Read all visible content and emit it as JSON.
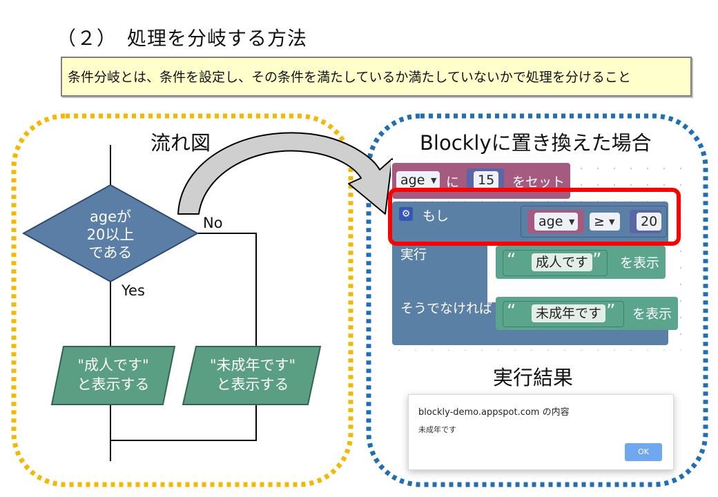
{
  "page": {
    "title": "（２）　処理を分岐する方法",
    "definition": "条件分岐とは、条件を設定し、その条件を満たしているか満たしていないかで処理を分けること"
  },
  "flowchart": {
    "heading": "流れ図",
    "decision_line1": "ageが",
    "decision_line2": "20以上",
    "decision_line3": "である",
    "yes_label": "Yes",
    "no_label": "No",
    "yes_output_line1": "\"成人です\"",
    "yes_output_line2": "と表示する",
    "no_output_line1": "\"未成年です\"",
    "no_output_line2": "と表示する"
  },
  "blockly": {
    "heading": "Blocklyに置き換えた場合",
    "set_var_name": "age",
    "set_prefix": "に",
    "set_value": "15",
    "set_suffix": "をセット",
    "if_label": "もし",
    "compare_var": "age",
    "compare_op": "≥",
    "compare_value": "20",
    "then_label": "実行",
    "else_label": "そうでなければ",
    "quote_open": "“",
    "quote_close": "”",
    "then_text": "成人です",
    "then_suffix": "を表示",
    "else_text": "未成年です",
    "else_suffix": "を表示"
  },
  "result": {
    "heading": "実行結果",
    "dialog_title": "blockly-demo.appspot.com の内容",
    "dialog_message": "未成年です",
    "ok_label": "OK"
  },
  "colors": {
    "flowchart_border": "#f5b800",
    "blockly_border": "#1f6fb8",
    "decision_fill": "#5b7ea6",
    "output_fill": "#5a9e84",
    "highlight": "#ff0000",
    "block_set": "#a55b80",
    "block_if": "#5b80a5",
    "block_text": "#5ba58c",
    "definition_bg": "#ffffcc"
  }
}
